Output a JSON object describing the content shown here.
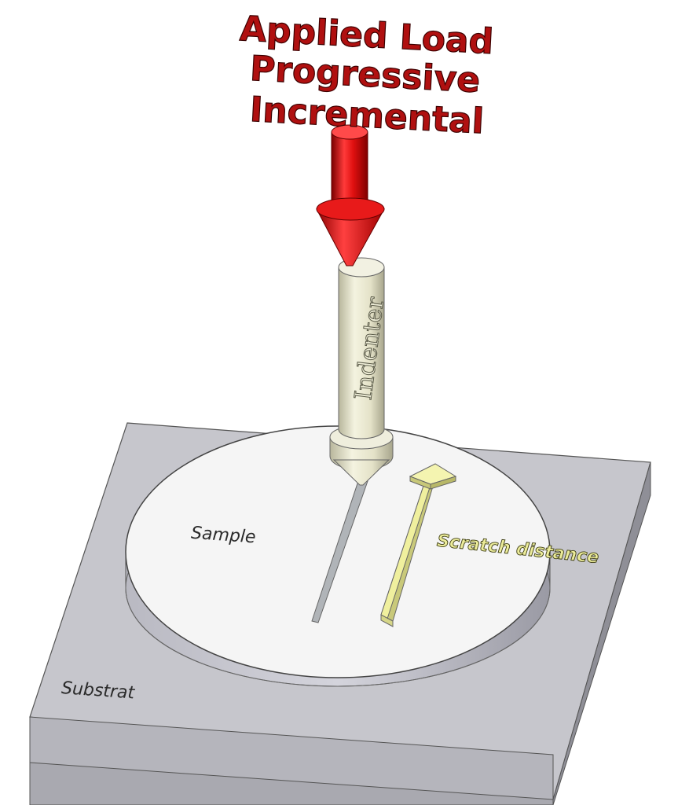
{
  "title": {
    "line1": "Applied Load",
    "line2": "Progressive",
    "line3": "Incremental"
  },
  "labels": {
    "indenter": "Indenter",
    "sample": "Sample",
    "scratch_distance": "Scratch distance",
    "substrate": "Substrat"
  },
  "colors": {
    "load_arrow": "#d01010",
    "indenter": "#e8e6cc",
    "scratch_arrow": "#eeee9c",
    "sample_disc": "#f6f6f6",
    "substrate_block": "#c9c9cf"
  }
}
